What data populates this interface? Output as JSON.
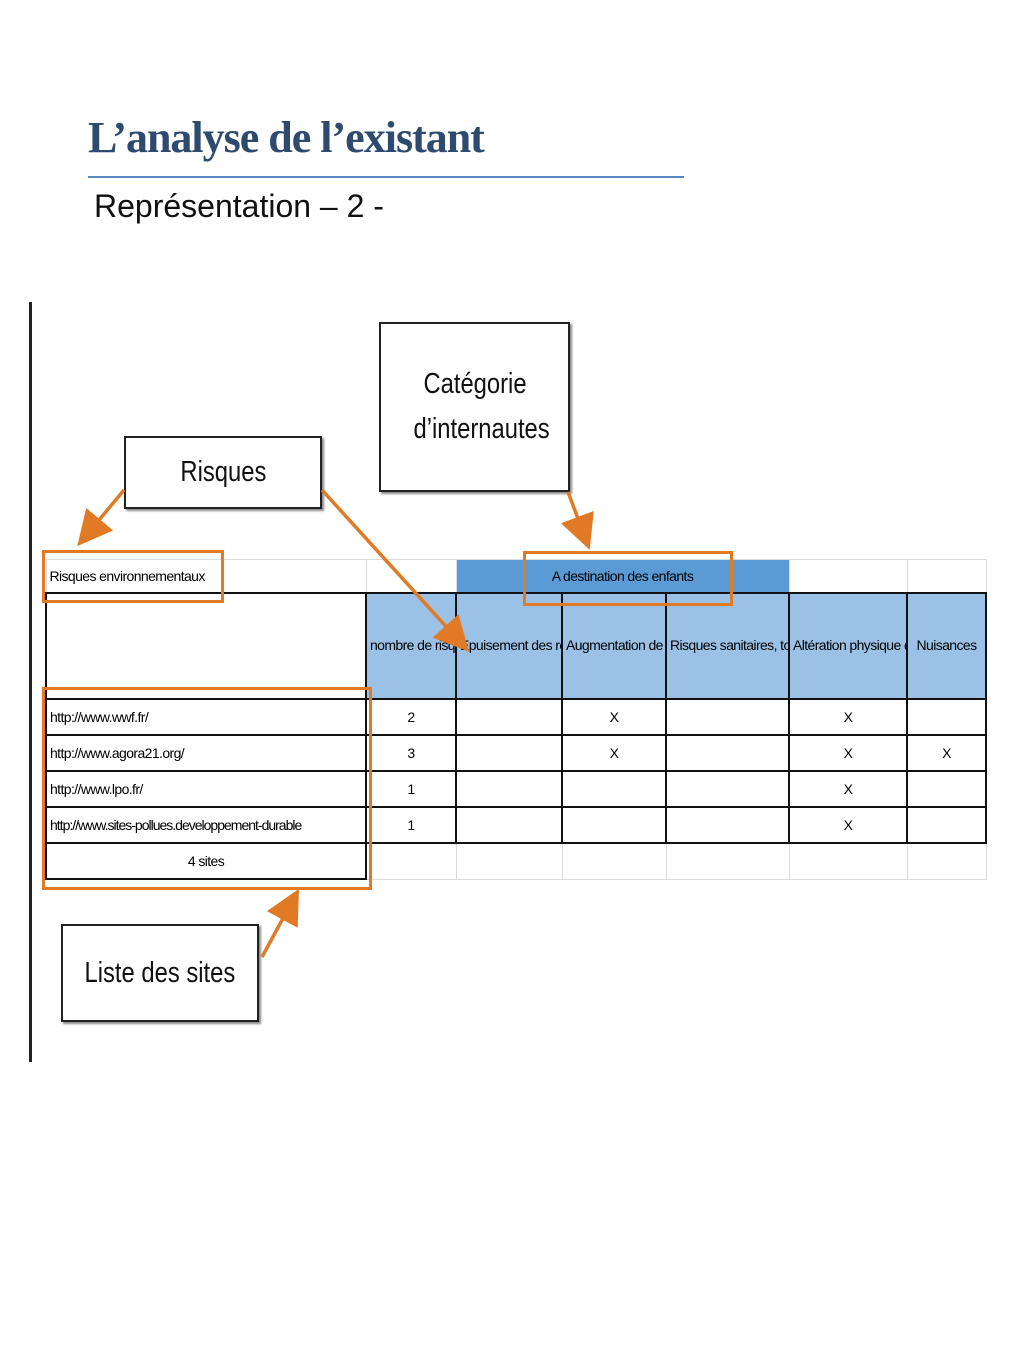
{
  "slide": {
    "title": "L’analyse de l’existant",
    "subtitle": "Représentation – 2 -"
  },
  "callouts": {
    "categorie": "Catégorie d’internautes",
    "risques": "Risques",
    "liste": "Liste des sites"
  },
  "table": {
    "top_left": "Risques environnementaux",
    "category": "A destination des enfants",
    "headers": [
      "nombre de risques total couvert",
      "Epuisement des réserves naturelles",
      "Augmentation de l'effet de serre",
      "Risques sanitaires, toxiques et écotoxiques",
      "Altération physique des écosystèmes",
      "Nuisances"
    ],
    "rows": [
      {
        "site": "http://www.wwf.fr/",
        "total": "2",
        "c1": "",
        "c2": "X",
        "c3": "",
        "c4": "X",
        "c5": ""
      },
      {
        "site": "http://www.agora21.org/",
        "total": "3",
        "c1": "",
        "c2": "X",
        "c3": "",
        "c4": "X",
        "c5": "X"
      },
      {
        "site": "http://www.lpo.fr/",
        "total": "1",
        "c1": "",
        "c2": "",
        "c3": "",
        "c4": "X",
        "c5": ""
      },
      {
        "site": "http://www.sites-pollues.developpement-durable",
        "total": "1",
        "c1": "",
        "c2": "",
        "c3": "",
        "c4": "X",
        "c5": ""
      }
    ],
    "footer": "4 sites"
  },
  "colors": {
    "title": "#2e4a6e",
    "accent_orange": "#e07a24",
    "header_dark_blue": "#5b9bd5",
    "header_light_blue": "#9bc2e6"
  }
}
